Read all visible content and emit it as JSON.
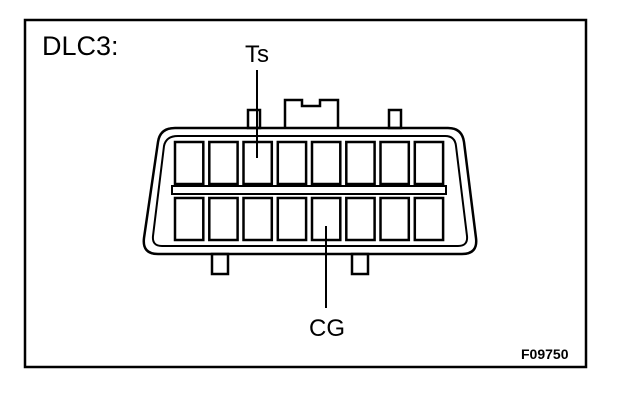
{
  "diagram": {
    "title": "DLC3:",
    "figure_code": "F09750",
    "labels": {
      "top_pin": "Ts",
      "bottom_pin": "CG"
    },
    "connector": {
      "rows": 2,
      "pins_per_row": 8,
      "labeled_pins": [
        {
          "label": "Ts",
          "row": 1,
          "position": 3
        },
        {
          "label": "CG",
          "row": 2,
          "position": 5
        }
      ]
    }
  },
  "colors": {
    "ink": "#000000",
    "background": "#ffffff"
  }
}
